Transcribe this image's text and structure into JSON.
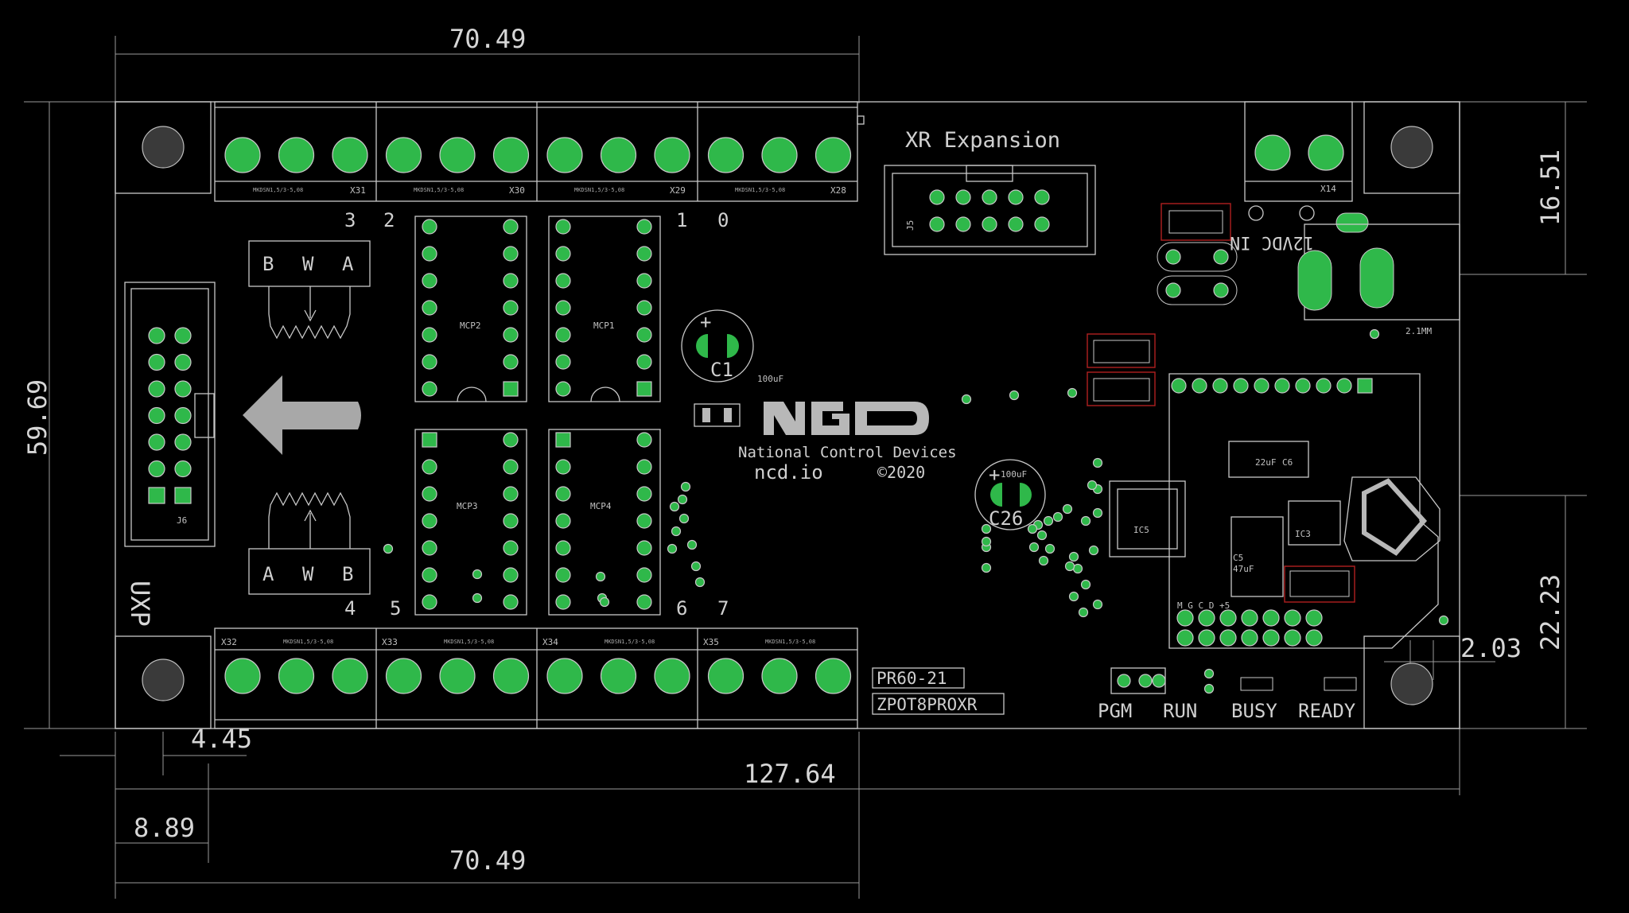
{
  "dimensions": {
    "top_width": "70.49",
    "bottom_width": "70.49",
    "total_width": "127.64",
    "height": "59.69",
    "right_top": "16.51",
    "right_bottom": "22.23",
    "offset_a": "4.45",
    "offset_b": "8.89",
    "offset_c": "2.03"
  },
  "board": {
    "expansion_label": "XR Expansion",
    "uxp_label": "UXP",
    "j5_label": "J5",
    "j6_label": "J6",
    "brand_name": "National Control Devices",
    "website": "ncd.io",
    "copyright": "©2020",
    "part_number": "PR60-21",
    "product_code": "ZPOT8PROXR",
    "power_label": "12VDC IN",
    "jack_label": "2.1MM",
    "terminals_top": [
      "X31",
      "X30",
      "X29",
      "X28"
    ],
    "terminals_bottom": [
      "X32",
      "X33",
      "X34",
      "X35"
    ],
    "terminal_model": "MKDSN1,5/3-5,08",
    "chips": [
      "MCP2",
      "MCP1",
      "MCP3",
      "MCP4"
    ],
    "channel_top": [
      "3",
      "2",
      "1",
      "0"
    ],
    "channel_bottom": [
      "4",
      "5",
      "6",
      "7"
    ],
    "pot_top": [
      "B",
      "W",
      "A"
    ],
    "pot_bottom": [
      "A",
      "W",
      "B"
    ],
    "caps": {
      "c1": "C1",
      "c1_value": "100uF",
      "c26": "C26",
      "c26_value": "100uF",
      "c5": "C5",
      "c5_value": "47uF",
      "c6": "C6",
      "c6_value": "22uF"
    },
    "ic5": "IC5",
    "ic3": "IC3",
    "x14": "X14",
    "leds": [
      "PGM",
      "RUN",
      "BUSY",
      "READY"
    ],
    "header_letters": "M  G  C  D +5"
  },
  "colors": {
    "pad": "#2fb84a",
    "line": "#c8c8c8",
    "background": "#000000",
    "marker": "#b02020"
  }
}
